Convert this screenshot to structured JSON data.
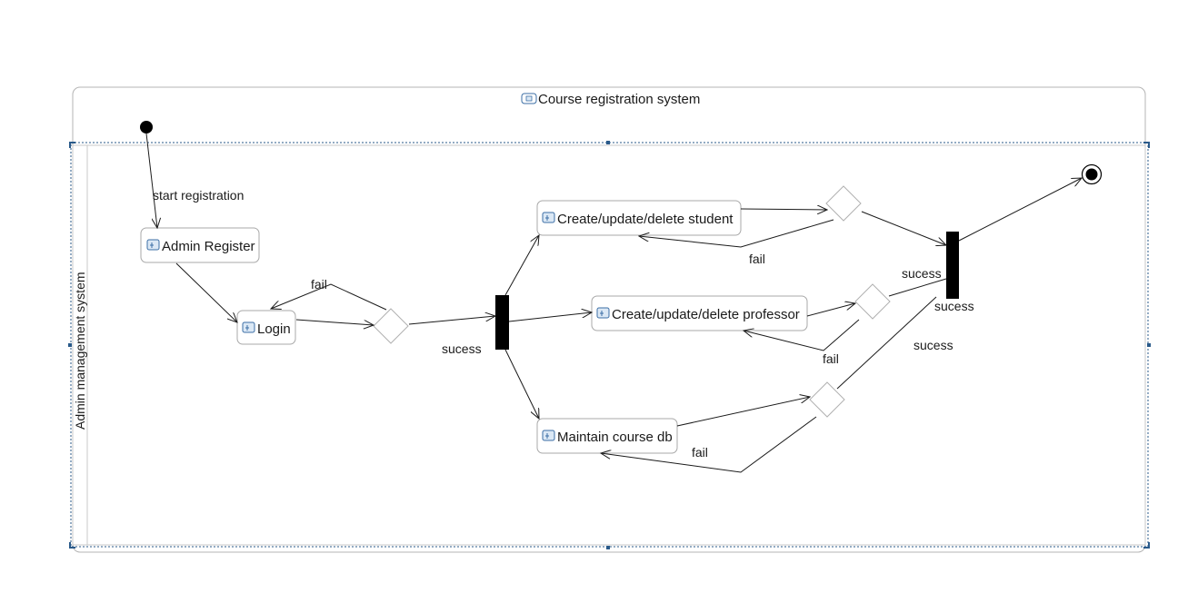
{
  "activity": {
    "title": "Course registration system",
    "partition": "Admin management system"
  },
  "nodes": {
    "admin_register": "Admin Register",
    "login": "Login",
    "student": "Create/update/delete student",
    "professor": "Create/update/delete professor",
    "course_db": "Maintain course db"
  },
  "edges": {
    "start_registration": "start registration",
    "login_fail": "fail",
    "login_success": "sucess",
    "student_fail": "fail",
    "professor_fail": "fail",
    "course_fail": "fail",
    "student_success": "sucess",
    "professor_success": "sucess",
    "course_success": "sucess"
  },
  "colors": {
    "frame": "#b4b4b4",
    "selection": "#2a5a8a",
    "bar": "#000000",
    "icon": "#3b6ea5"
  }
}
